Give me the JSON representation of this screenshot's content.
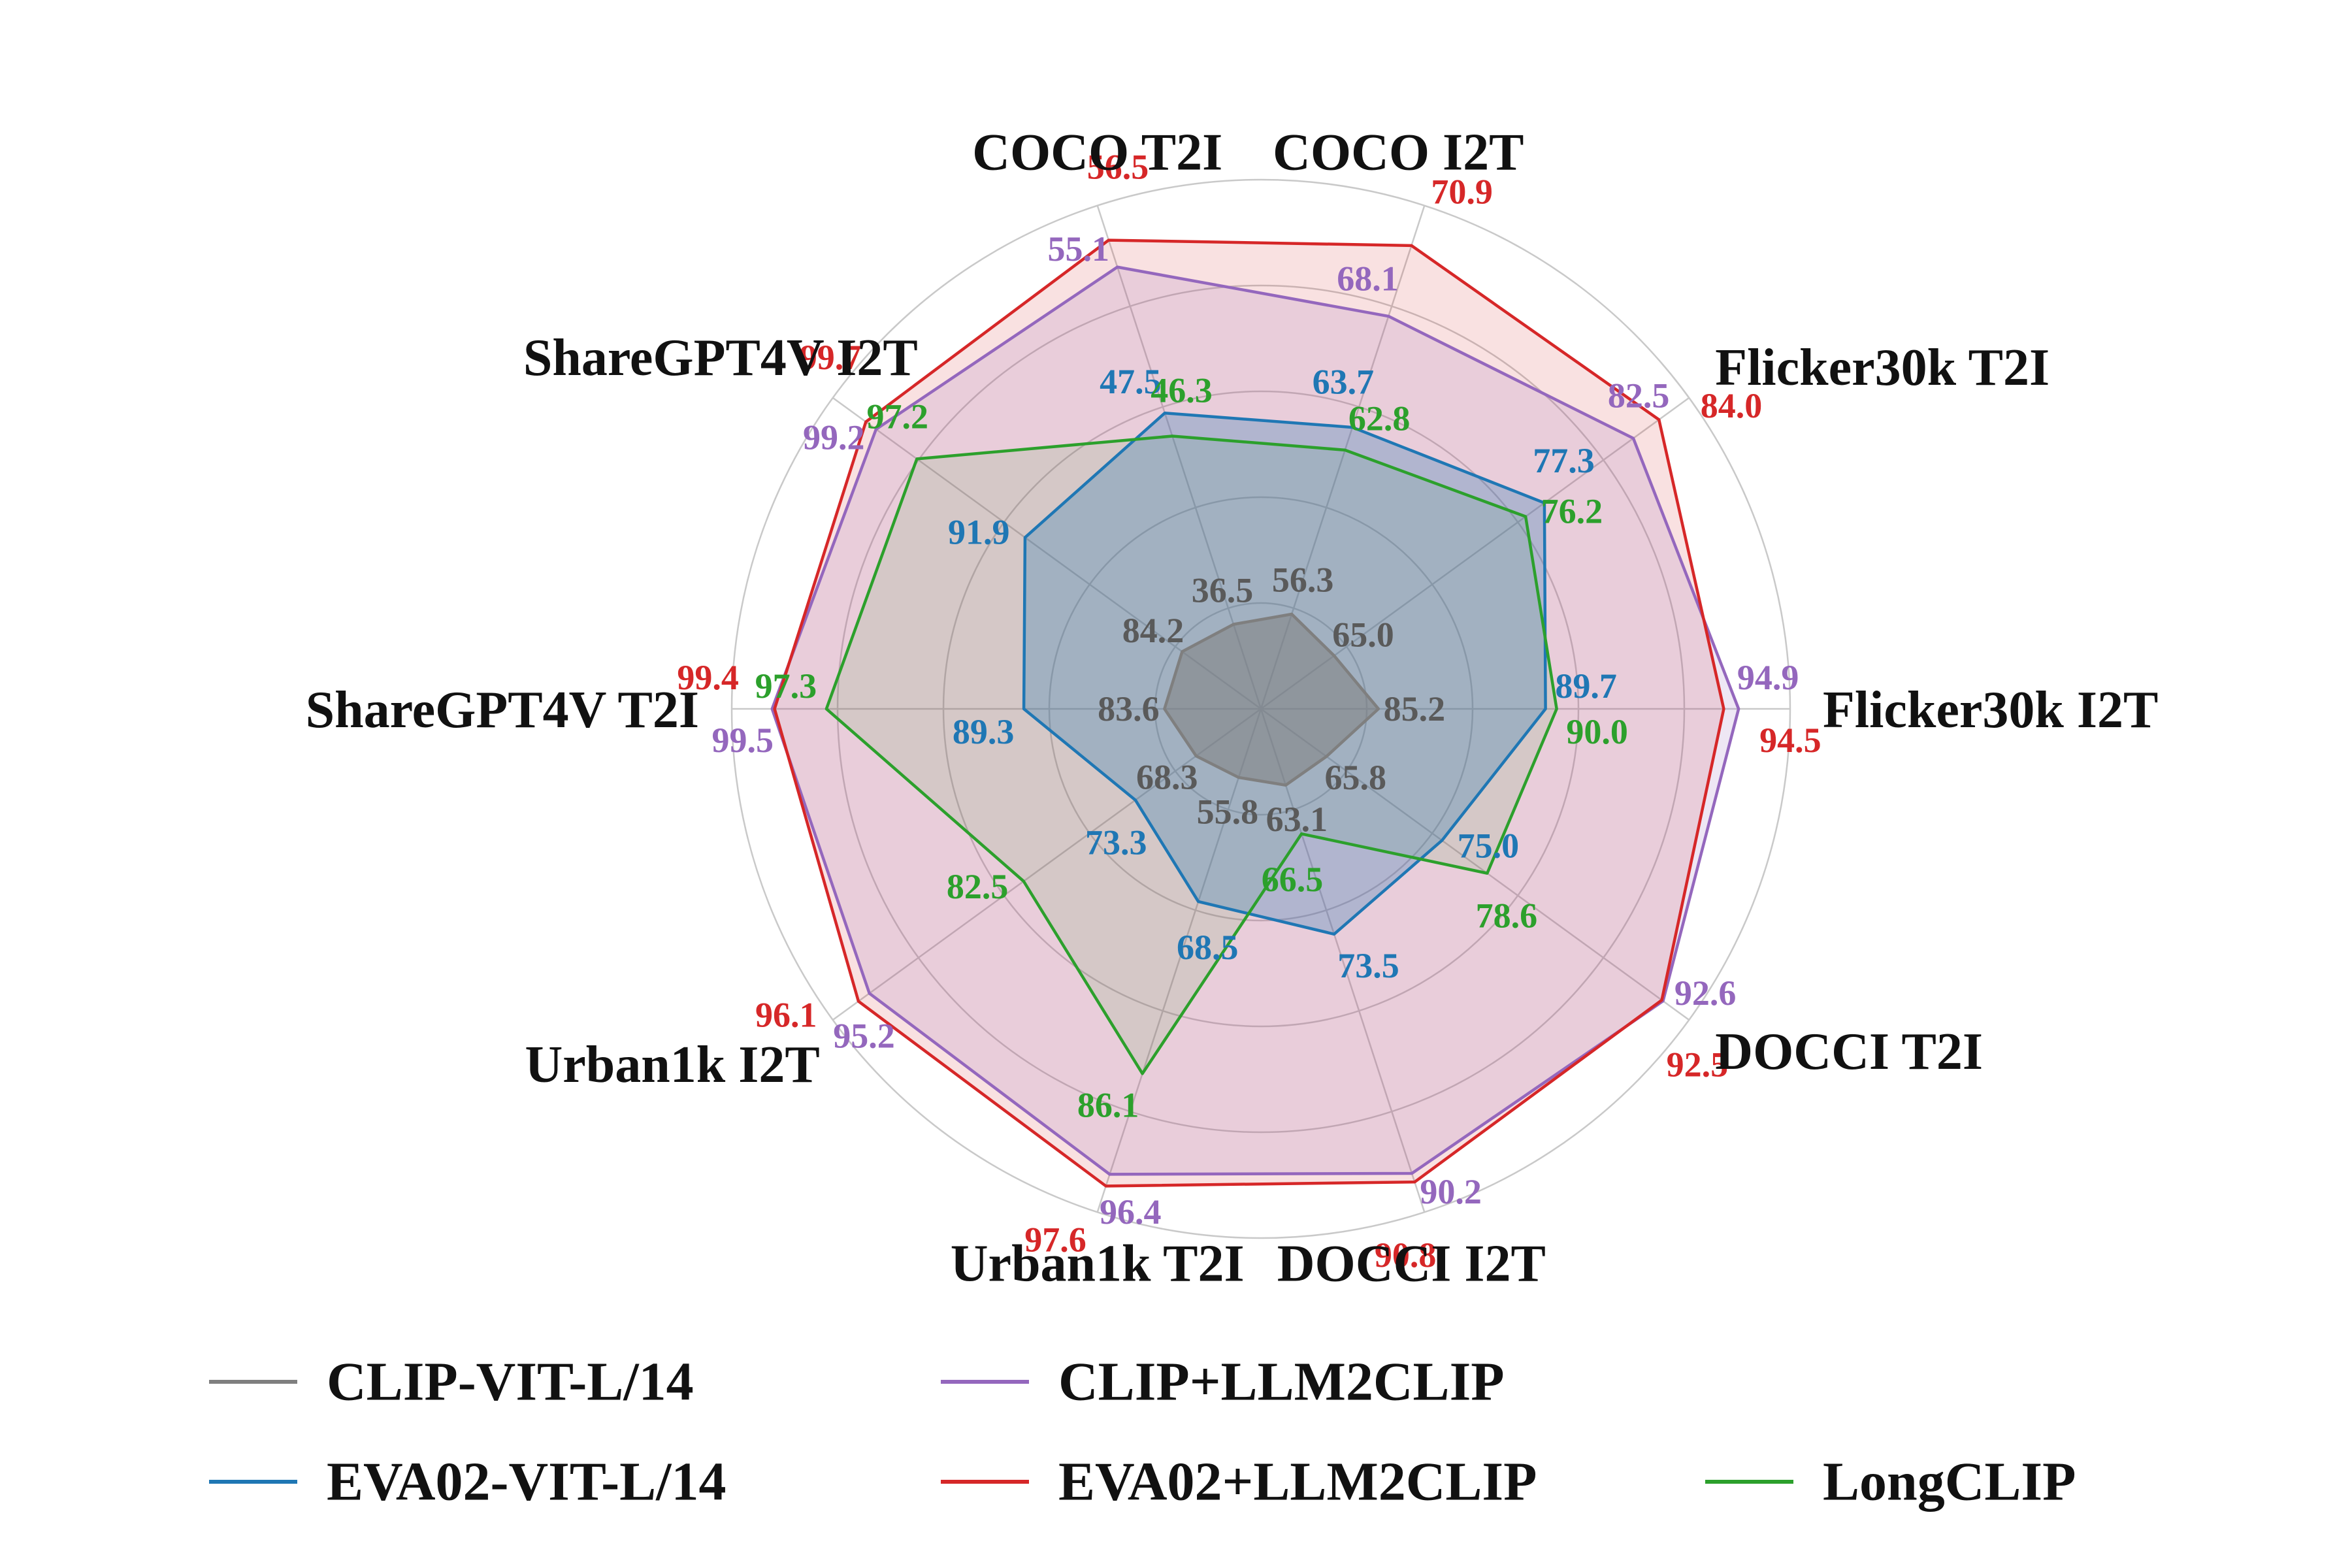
{
  "figure": {
    "background": "#ffffff",
    "grid_color": "#c9c9c9"
  },
  "chart_data": {
    "type": "radar",
    "title": "",
    "axes": [
      "COCO T2I",
      "COCO I2T",
      "Flicker30k T2I",
      "Flicker30k I2T",
      "DOCCI T2I",
      "DOCCI I2T",
      "Urban1k T2I",
      "Urban1k I2T",
      "ShareGPT4V T2I",
      "ShareGPT4V I2T"
    ],
    "angles_deg": [
      108,
      72,
      36,
      0,
      -36,
      -72,
      -108,
      -144,
      180,
      144
    ],
    "scaling": "per-axis min-max normalized",
    "grid": true,
    "series": [
      {
        "name": "CLIP-VIT-L/14",
        "color": "#7f7f7f",
        "label_color": "#5a5a5a",
        "fill_alpha": 0.55,
        "values": [
          36.5,
          56.3,
          65.0,
          85.2,
          65.8,
          63.1,
          55.8,
          68.3,
          83.6,
          84.2
        ]
      },
      {
        "name": "EVA02-VIT-L/14",
        "color": "#1f77b4",
        "label_color": "#1f77b4",
        "fill_alpha": 0.28,
        "values": [
          47.5,
          63.7,
          77.3,
          89.7,
          75.0,
          73.5,
          68.5,
          73.3,
          89.3,
          91.9
        ]
      },
      {
        "name": "LongCLIP",
        "color": "#2ca02c",
        "label_color": "#2ca02c",
        "fill_alpha": 0.1,
        "values": [
          46.3,
          62.8,
          76.2,
          90.0,
          78.6,
          66.5,
          86.1,
          82.5,
          97.3,
          97.2
        ]
      },
      {
        "name": "CLIP+LLM2CLIP",
        "color": "#9467bd",
        "label_color": "#9467bd",
        "fill_alpha": 0.16,
        "values": [
          55.1,
          68.1,
          82.5,
          94.9,
          92.6,
          90.2,
          96.4,
          95.2,
          99.5,
          99.2
        ]
      },
      {
        "name": "EVA02+LLM2CLIP",
        "color": "#d62728",
        "label_color": "#d62728",
        "fill_alpha": 0.14,
        "values": [
          56.5,
          70.9,
          84.0,
          94.5,
          92.5,
          90.8,
          97.6,
          96.1,
          99.4,
          99.7
        ]
      }
    ],
    "legend_rows": [
      [
        "CLIP-VIT-L/14",
        "CLIP+LLM2CLIP"
      ],
      [
        "EVA02-VIT-L/14",
        "EVA02+LLM2CLIP",
        "LongCLIP"
      ]
    ],
    "legend_position": "bottom-left"
  }
}
